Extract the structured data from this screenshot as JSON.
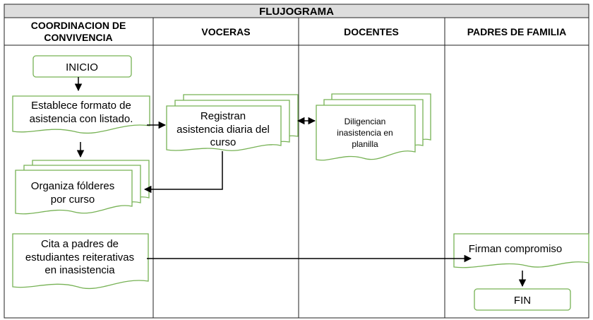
{
  "title": "FLUJOGRAMA",
  "lanes": [
    {
      "line1": "COORDINACION DE",
      "line2": "CONVIVENCIA"
    },
    {
      "line1": "VOCERAS"
    },
    {
      "line1": "DOCENTES"
    },
    {
      "line1": "PADRES DE FAMILIA"
    }
  ],
  "nodes": {
    "inicio": {
      "line1": "INICIO"
    },
    "establece": {
      "line1": "Establece formato de",
      "line2": "asistencia con listado."
    },
    "registran": {
      "line1": "Registran",
      "line2": "asistencia diaria del",
      "line3": "curso"
    },
    "diligencian": {
      "line1": "Diligencian",
      "line2": "inasistencia en",
      "line3": "planilla"
    },
    "organiza": {
      "line1": "Organiza fólderes",
      "line2": "por curso"
    },
    "cita": {
      "line1": "Cita a padres de",
      "line2": "estudiantes reiterativas",
      "line3": "en inasistencia"
    },
    "firman": {
      "line1": "Firman compromiso"
    },
    "fin": {
      "line1": "FIN"
    }
  },
  "colors": {
    "shape_stroke": "#77b255",
    "grid": "#222222",
    "title_bg": "#dddddd"
  }
}
